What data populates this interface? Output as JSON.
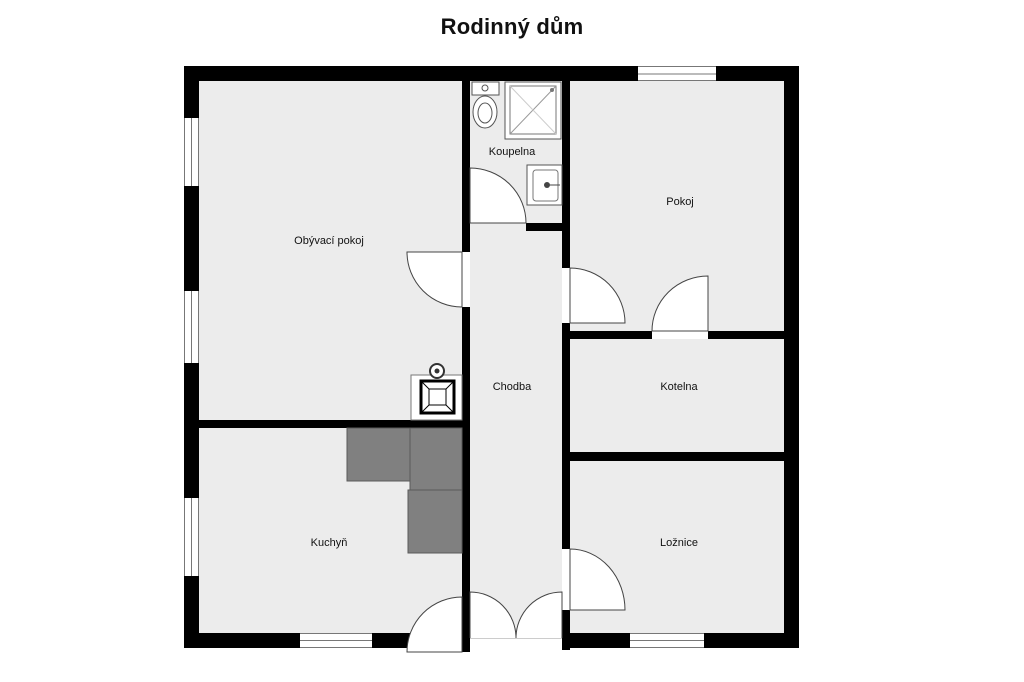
{
  "title": "Rodinný dům",
  "colors": {
    "wall": "#000000",
    "floor": "#ececec",
    "counter": "#808080",
    "window_glass": "#ffffff",
    "line": "#555555"
  },
  "rooms": {
    "obyvaci_pokoj": "Obývací pokoj",
    "koupelna": "Koupelna",
    "pokoj": "Pokoj",
    "chodba": "Chodba",
    "kotelna": "Kotelna",
    "kuchyn": "Kuchyň",
    "loznice": "Ložnice"
  },
  "fixtures": [
    "toilet-icon",
    "shower-icon",
    "sink-icon",
    "stove-icon",
    "kitchen-counter"
  ]
}
